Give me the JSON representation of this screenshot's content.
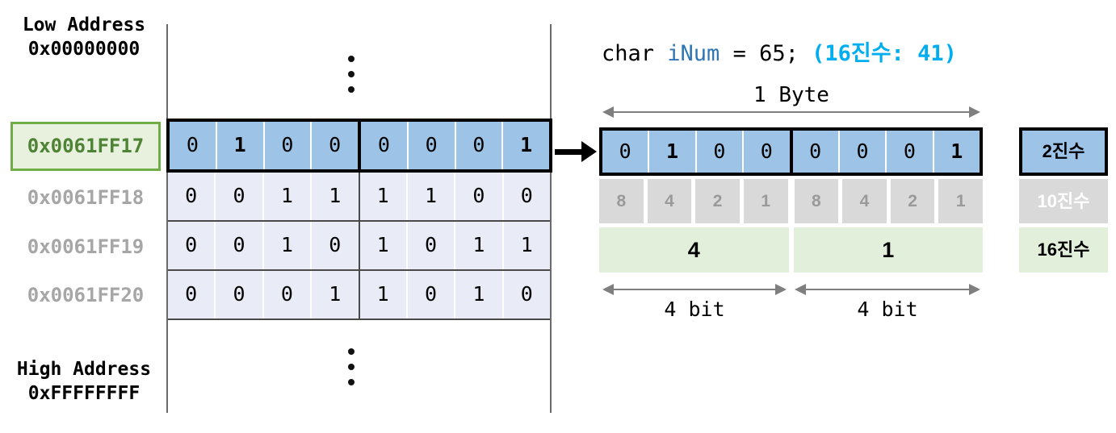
{
  "memory_panel": {
    "low_address_label": "Low Address",
    "low_address_value": "0x00000000",
    "high_address_label": "High Address",
    "high_address_value": "0xFFFFFFFF",
    "rows": [
      {
        "address": "0x0061FF17",
        "highlighted": true,
        "bits": [
          "0",
          "1",
          "0",
          "0",
          "0",
          "0",
          "0",
          "1"
        ]
      },
      {
        "address": "0x0061FF18",
        "highlighted": false,
        "bits": [
          "0",
          "0",
          "1",
          "1",
          "1",
          "1",
          "0",
          "0"
        ]
      },
      {
        "address": "0x0061FF19",
        "highlighted": false,
        "bits": [
          "0",
          "0",
          "1",
          "0",
          "1",
          "0",
          "1",
          "1"
        ]
      },
      {
        "address": "0x0061FF20",
        "highlighted": false,
        "bits": [
          "0",
          "0",
          "0",
          "1",
          "1",
          "0",
          "1",
          "0"
        ]
      }
    ]
  },
  "code": {
    "keyword": "char ",
    "variable": "iNum",
    "rest": " = 65; ",
    "hex_note": "(16진수: 41)"
  },
  "byte_detail": {
    "byte_label": "1 Byte",
    "bits": [
      "0",
      "1",
      "0",
      "0",
      "0",
      "0",
      "0",
      "1"
    ],
    "weights": [
      "8",
      "4",
      "2",
      "1",
      "8",
      "4",
      "2",
      "1"
    ],
    "hex_digits": [
      "4",
      "1"
    ],
    "bit_group_labels": [
      "4 bit",
      "4 bit"
    ]
  },
  "legend": {
    "binary_label": "2진수",
    "decimal_label": "10진수",
    "hex_label": "16진수"
  },
  "colors": {
    "bit_blue": "#9DC3E6",
    "row_light": "#E9EBF6",
    "weight_gray": "#D9D9D9",
    "hex_green": "#E2EFDA",
    "highlight_bg": "#E7F1DE",
    "highlight_border": "#70AD47",
    "highlight_text": "#4E8234",
    "address_gray": "#A6A6A6",
    "code_var_blue": "#2E75B6",
    "code_note_blue": "#00AEEF",
    "arrow_gray": "#7F7F7F"
  }
}
